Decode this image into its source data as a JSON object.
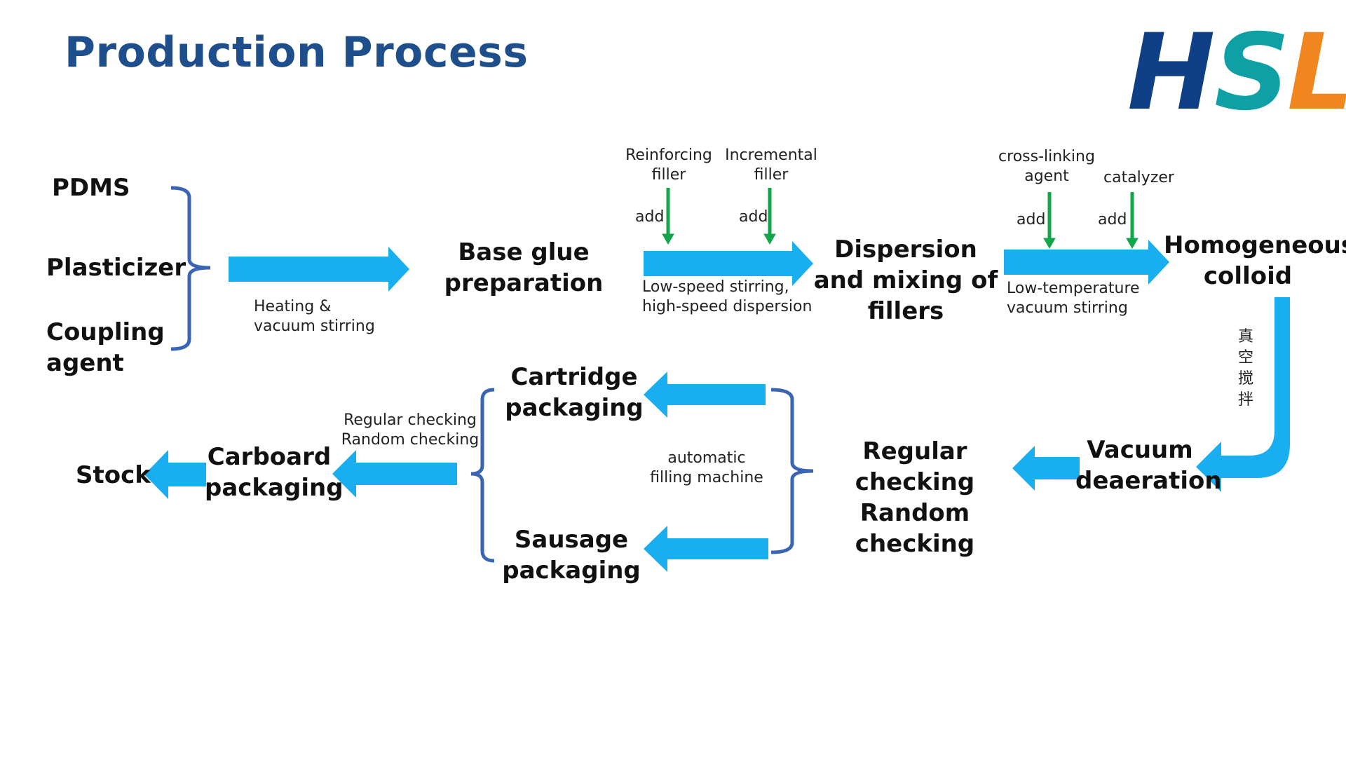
{
  "header": {
    "title": "Production Process"
  },
  "logo": {
    "text": "HSL",
    "colors": {
      "dark_blue": "#0f3f86",
      "teal": "#0fa0a5",
      "orange": "#f2861e"
    }
  },
  "colors": {
    "arrow": "#19aef0",
    "green_arrow": "#13a54a",
    "bracket": "#3a64b4",
    "title": "#1f4e8c"
  },
  "inputs": {
    "pdms": "PDMS",
    "plasticizer": "Plasticizer",
    "coupling": "Coupling agent"
  },
  "steps": {
    "base_glue": "Base glue preparation",
    "dispersion": "Dispersion and mixing of fillers",
    "homogeneous": "Homogeneous colloid",
    "vacuum": "Vacuum deaeration",
    "check_right": "Regular checking Random checking",
    "cartridge": "Cartridge packaging",
    "sausage": "Sausage packaging",
    "carboard": "Carboard packaging",
    "stock": "Stock"
  },
  "notes": {
    "heating_1": "Heating &",
    "heating_2": "vacuum stirring",
    "reinforcing_1": "Reinforcing",
    "reinforcing_2": "filler",
    "incremental_1": "Incremental",
    "incremental_2": "filler",
    "add": "add",
    "lowspeed_1": "Low-speed stirring,",
    "lowspeed_2": "high-speed dispersion",
    "crosslink_1": "cross-linking",
    "crosslink_2": "agent",
    "catalyzer": "catalyzer",
    "lowtemp_1": "Low-temperature",
    "lowtemp_2": "vacuum stirring",
    "vertical_cn": "真空搅拌",
    "auto_1": "automatic",
    "auto_2": "filling machine",
    "check_left_1": "Regular checking",
    "check_left_2": "Random checking"
  }
}
